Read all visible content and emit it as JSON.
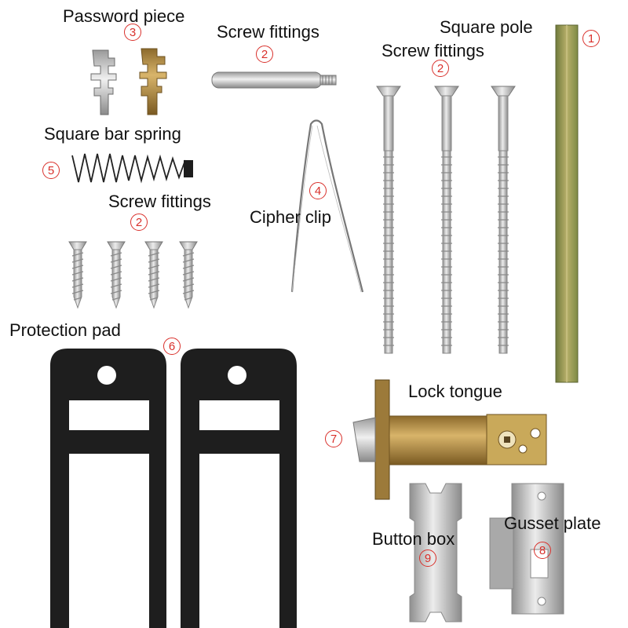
{
  "labels": {
    "password_piece": "Password piece",
    "screw_fittings": "Screw fittings",
    "square_pole": "Square pole",
    "square_bar_spring": "Square bar spring",
    "cipher_clip": "Cipher clip",
    "protection_pad": "Protection pad",
    "lock_tongue": "Lock tongue",
    "button_box": "Button box",
    "gusset_plate": "Gusset plate"
  },
  "numbers": {
    "square_pole": "1",
    "screw_fittings": "2",
    "password_piece": "3",
    "cipher_clip": "4",
    "square_bar_spring": "5",
    "protection_pad": "6",
    "lock_tongue": "7",
    "gusset_plate": "8",
    "button_box": "9"
  },
  "colors": {
    "badge": "#d9302b",
    "steel": "#c9c9c9",
    "brass": "#b38a3c",
    "pad": "#1e1e1e",
    "pole": "#8e9b52"
  }
}
